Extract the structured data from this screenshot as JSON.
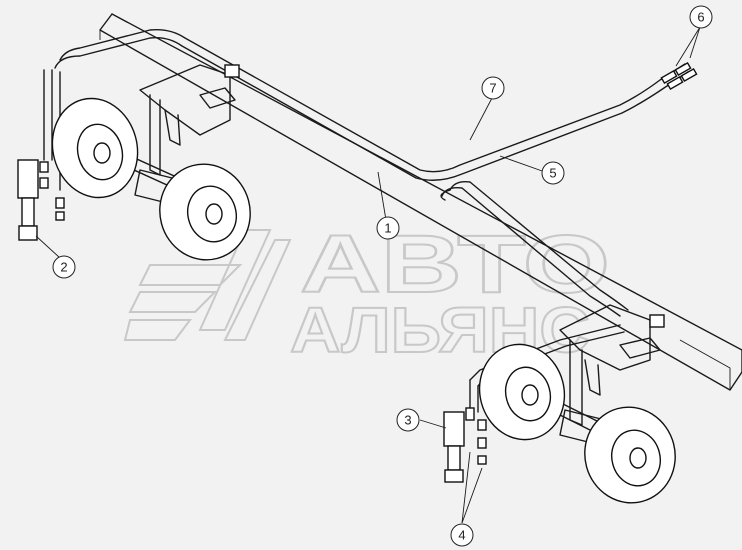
{
  "watermark": {
    "line1": "АВТО",
    "line2": "АЛЬЯНС"
  },
  "callouts": [
    {
      "id": "1",
      "label": "1"
    },
    {
      "id": "2",
      "label": "2"
    },
    {
      "id": "3",
      "label": "3"
    },
    {
      "id": "4",
      "label": "4"
    },
    {
      "id": "5",
      "label": "5"
    },
    {
      "id": "6",
      "label": "6"
    },
    {
      "id": "7",
      "label": "7"
    }
  ],
  "colors": {
    "background": "#f2f2f2",
    "line": "#1a1a1a",
    "watermark": "#c8c8c8"
  }
}
